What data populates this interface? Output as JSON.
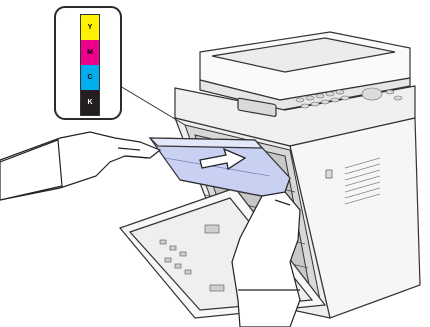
{
  "legend": {
    "swatches": [
      {
        "letter": "Y",
        "color": "#FFF200"
      },
      {
        "letter": "M",
        "color": "#EC008C"
      },
      {
        "letter": "C",
        "color": "#00AEEF"
      },
      {
        "letter": "K",
        "color": "#231F20"
      }
    ]
  },
  "illustration": {
    "subject": "printer-front-door-open",
    "action": "insert-toner-cartridge",
    "arrow_icon": "right-arrow-icon"
  }
}
